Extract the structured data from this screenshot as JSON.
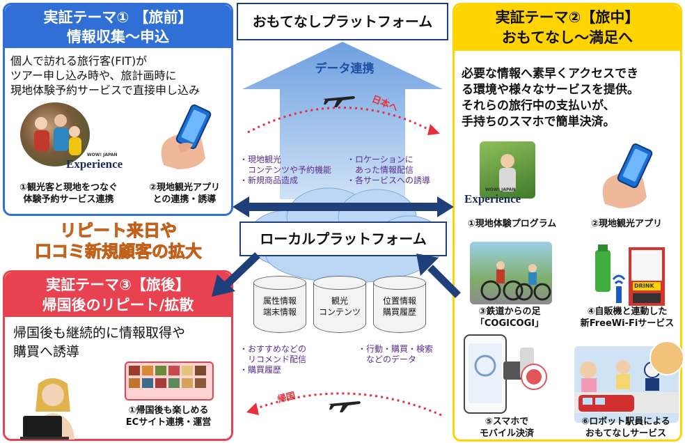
{
  "theme1": {
    "title_line1": "実証テーマ① 【旅前】",
    "title_line2": "情報収集〜申込",
    "body": "個人で訪れる旅行客(FIT)が\nツアー申し込み時や、旅計画時に\n現地体験予約サービスで直接申し込み",
    "caption1": "①観光客と現地をつなぐ\n体験予約サービス連携",
    "caption2": "②現地観光アプリ\nとの連携・誘導",
    "logo_small": "WOW! JAPAN",
    "logo_text": "Experience"
  },
  "theme2": {
    "title_line1": "実証テーマ②【旅中】",
    "title_line2": "おもてなし〜満足へ",
    "body": "必要な情報へ素早くアクセスでき\nる環境や様々なサービスを提供。\nそれらの旅行中の支払いが、\n手持ちのスマホで簡単決済。",
    "caption1": "①現地体験プログラム",
    "caption2": "②現地観光アプリ",
    "caption3": "③鉄道からの足\n「COGICOGI」",
    "caption4": "④自販機と連動した\n新FreeWi-Fiサービス",
    "caption5": "⑤スマホで\nモバイル決済",
    "caption6": "⑥ロボット駅員による\nおもてなしサービス",
    "logo_small": "WOW! JAPAN",
    "logo_text": "Experience",
    "vending_label": "DRINK"
  },
  "theme3": {
    "title_line1": "実証テーマ③【旅後】",
    "title_line2": "帰国後のリピート/拡散",
    "body": "帰国後も継続的に情報取得や\n購買へ誘導",
    "caption1": "①帰国後も楽しめる\nECサイト連携・運営"
  },
  "center": {
    "top_platform": "おもてなしプラットフォーム",
    "data_link": "データ連携",
    "to_japan": "日本へ",
    "return_home": "帰国",
    "local_platform": "ローカルプラットフォーム",
    "repeat_text_line1": "リピート来日や",
    "repeat_text_line2": "口コミ新規顧客の拡大",
    "bullets_left": "・現地観光\n　コンテンツや予約機能\n・新規商品造成",
    "bullets_right": "・ロケーションに\n　あった情報配信\n・各サービスへの誘導",
    "bullets_bottom_left": "・おすすめなどの\n　リコメンド配信\n・購買履歴",
    "bullets_bottom_right": "・行動・購買・検索\n　などのデータ",
    "db1": "属性情報\n端末情報",
    "db2": "観光\nコンテンツ",
    "db3": "位置情報\n購買履歴"
  },
  "colors": {
    "theme1_header": "#2f6fd6",
    "theme2_header": "#ffd400",
    "theme3_header": "#e8414f",
    "arrow_navy": "#1f3f7a",
    "dotted_red": "#e8303a",
    "bullet_purple": "#5a2d91",
    "repeat_orange": "#f08a1c"
  }
}
